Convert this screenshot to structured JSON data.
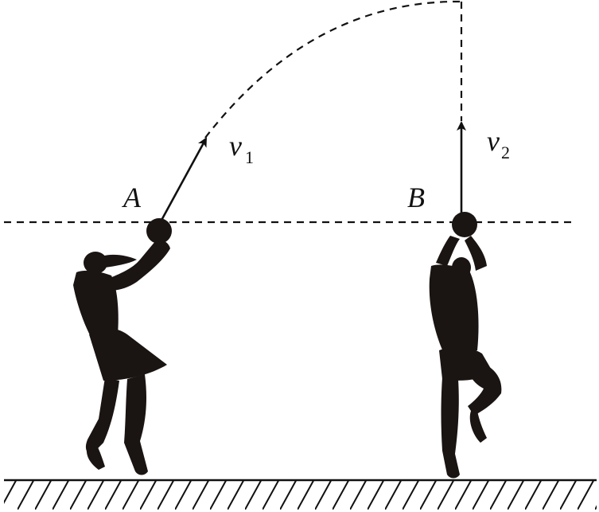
{
  "labels": {
    "point_a": "A",
    "point_b": "B",
    "velocity_1_symbol": "v",
    "velocity_1_subscript": "1",
    "velocity_2_symbol": "v",
    "velocity_2_subscript": "2"
  },
  "colors": {
    "ink": "#111111",
    "silhouette": "#1a1412",
    "background": "#ffffff"
  }
}
